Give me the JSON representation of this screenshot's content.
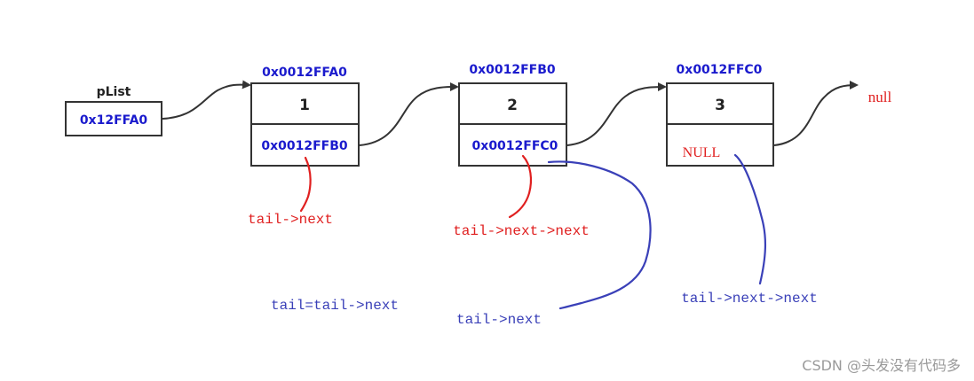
{
  "head": {
    "label": "pList",
    "value": "0x12FFA0"
  },
  "nodes": [
    {
      "address": "0x0012FFA0",
      "data": "1",
      "next": "0x0012FFB0"
    },
    {
      "address": "0x0012FFB0",
      "data": "2",
      "next": "0x0012FFC0"
    },
    {
      "address": "0x0012FFC0",
      "data": "3",
      "next": "NULL"
    }
  ],
  "terminal": "null",
  "annotations": {
    "red_tail_next": "tail->next",
    "red_tail_next_next": "tail->next->next",
    "blue_tail_assign": "tail=tail->next",
    "blue_tail_next": "tail->next",
    "blue_tail_next_next": "tail->next->next"
  },
  "watermark": "CSDN @头发没有代码多",
  "colors": {
    "box_border": "#333333",
    "address_blue": "#1a1acd",
    "annotation_red": "#e02020",
    "annotation_blue": "#3a40b8",
    "watermark_gray": "#9a9a9a"
  }
}
